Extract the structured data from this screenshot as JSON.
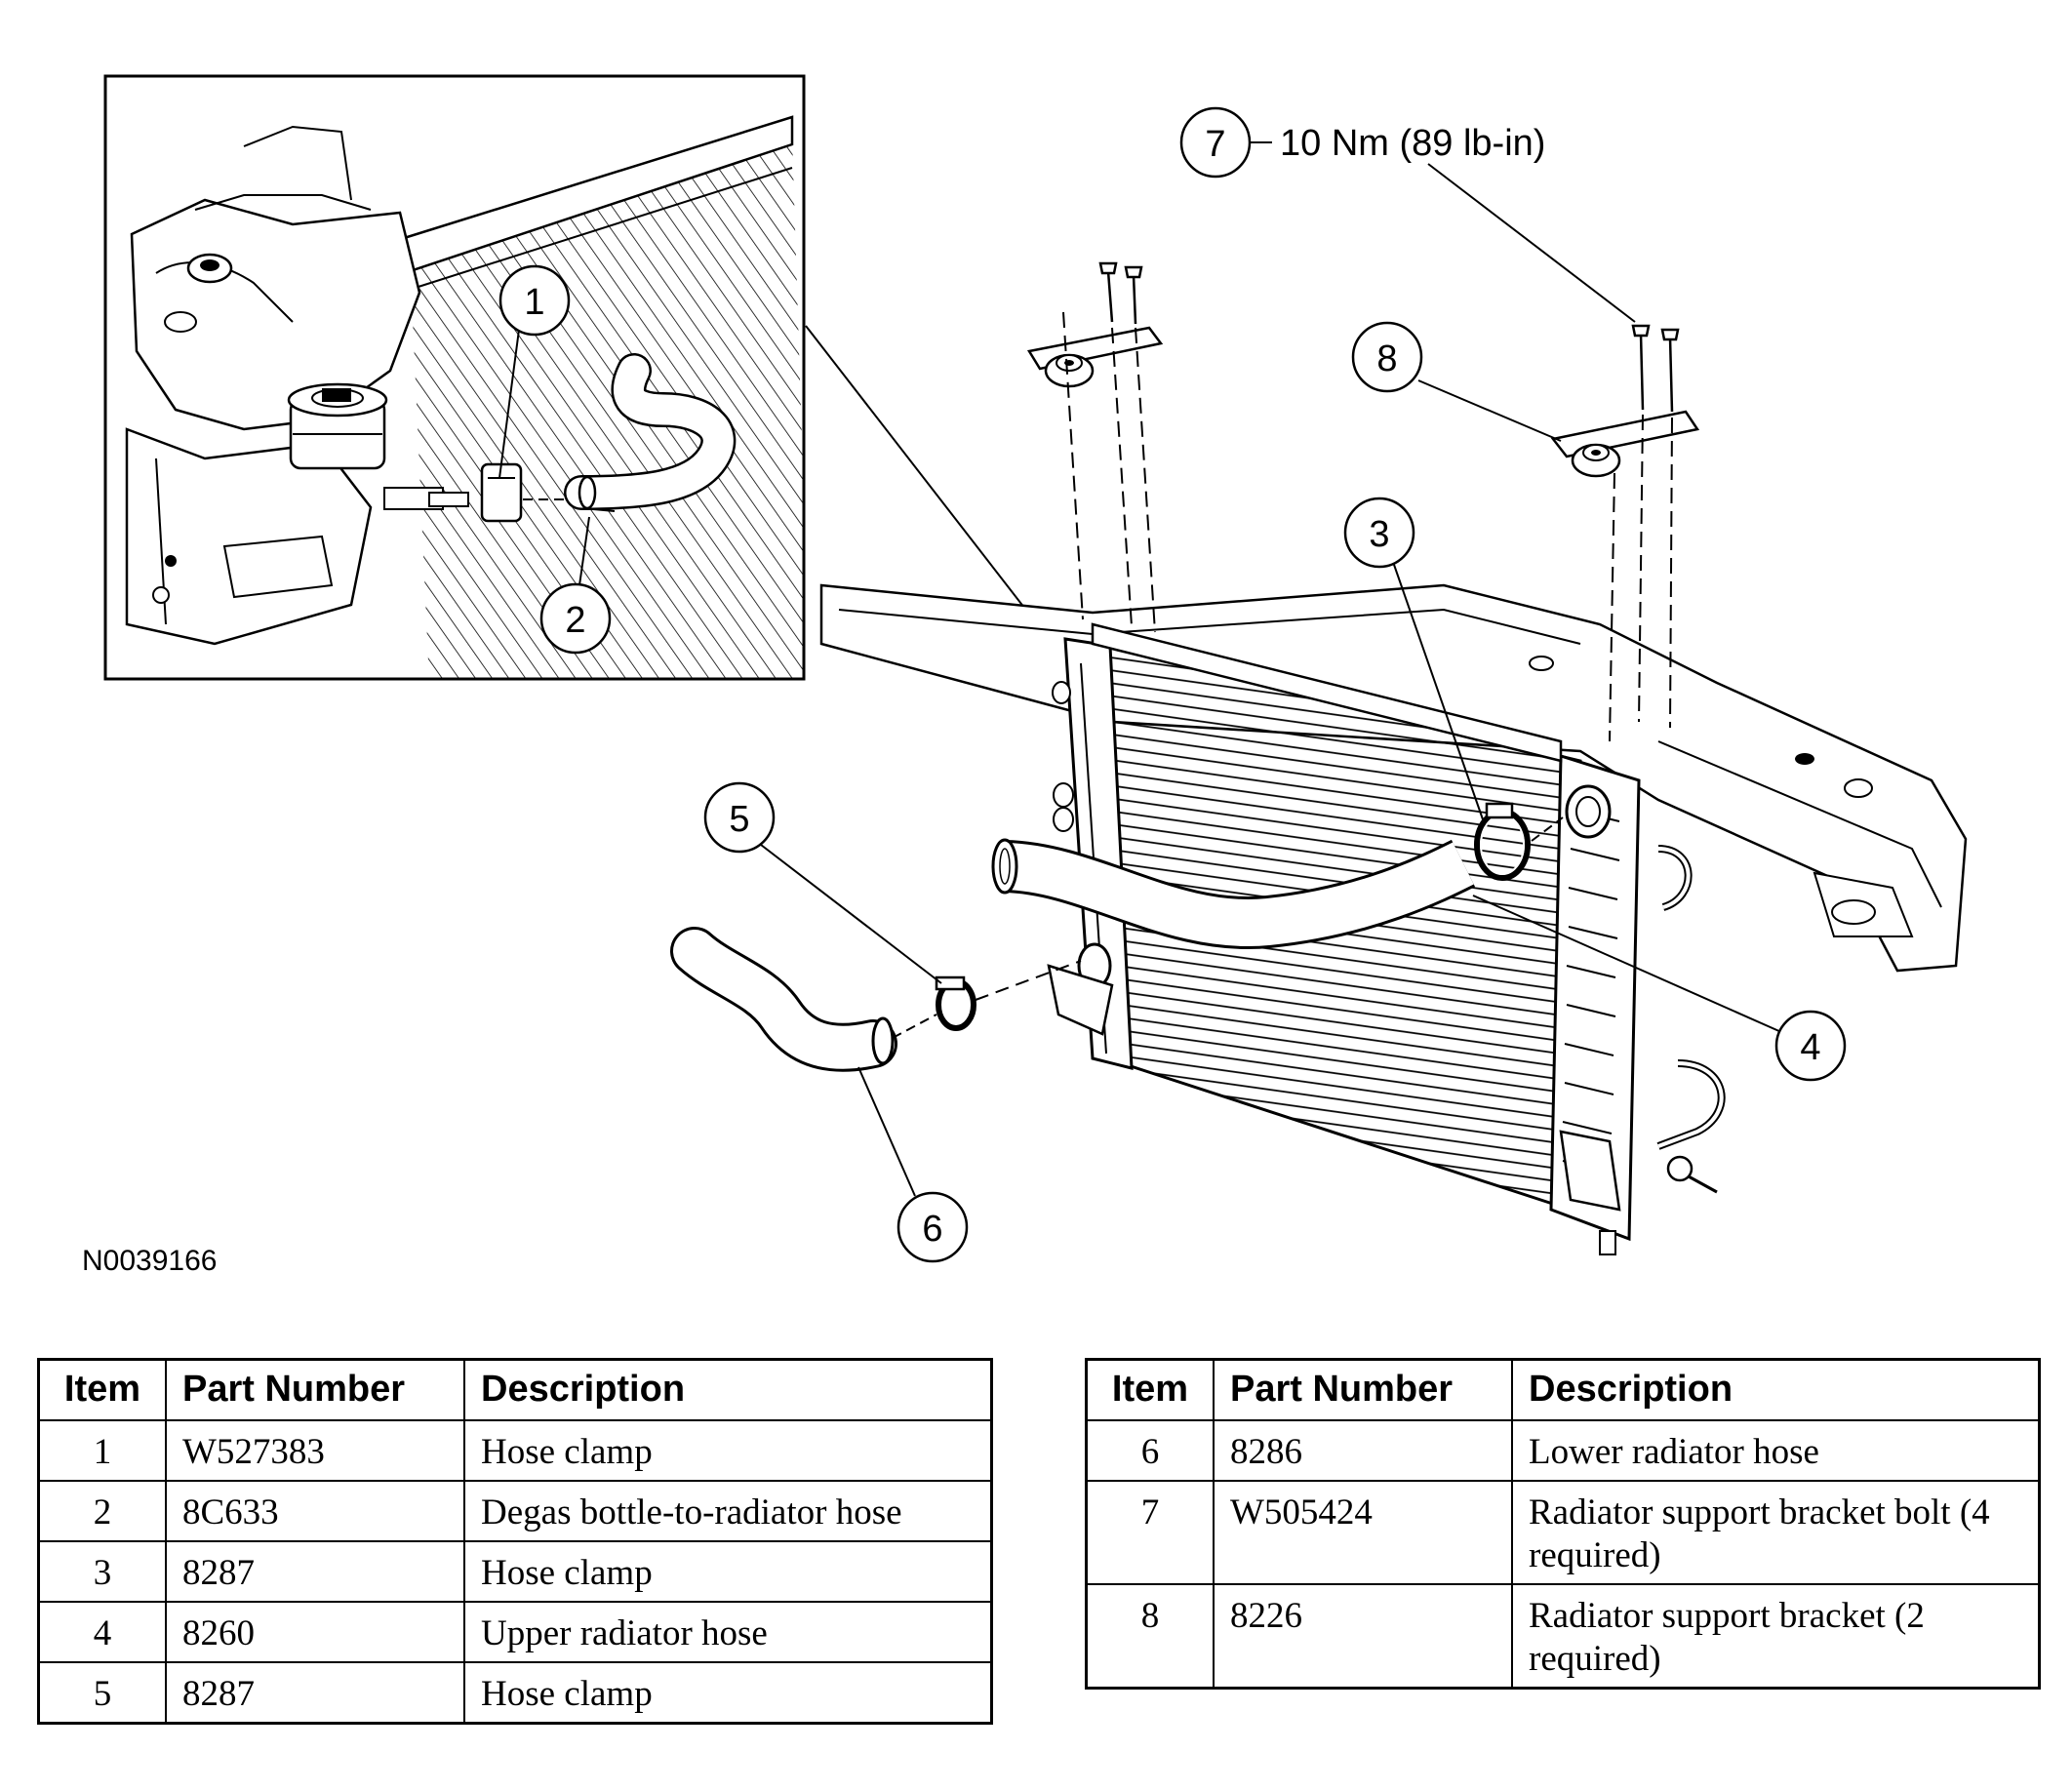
{
  "figure_id": "N0039166",
  "callouts": [
    "1",
    "2",
    "3",
    "4",
    "5",
    "6",
    "7",
    "8"
  ],
  "torque_spec": "10 Nm (89 lb-in)",
  "table_headers": {
    "item": "Item",
    "part_number": "Part Number",
    "description": "Description"
  },
  "table_left": [
    {
      "item": "1",
      "part_number": "W527383",
      "description": "Hose clamp"
    },
    {
      "item": "2",
      "part_number": "8C633",
      "description": "Degas bottle-to-radiator hose"
    },
    {
      "item": "3",
      "part_number": "8287",
      "description": "Hose clamp"
    },
    {
      "item": "4",
      "part_number": "8260",
      "description": "Upper radiator hose"
    },
    {
      "item": "5",
      "part_number": "8287",
      "description": "Hose clamp"
    }
  ],
  "table_right": [
    {
      "item": "6",
      "part_number": "8286",
      "description": "Lower radiator hose"
    },
    {
      "item": "7",
      "part_number": "W505424",
      "description": "Radiator support bracket bolt (4 required)"
    },
    {
      "item": "8",
      "part_number": "8226",
      "description": "Radiator support bracket (2 required)"
    }
  ]
}
